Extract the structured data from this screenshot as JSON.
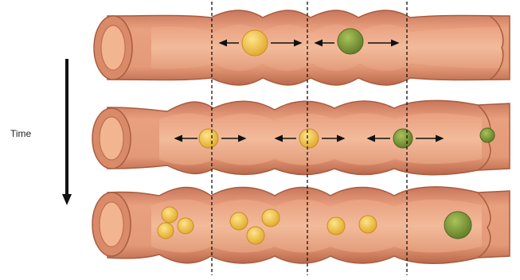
{
  "time_label": "Time",
  "colors": {
    "tube_outer": "#d98a68",
    "tube_inner": "#efb08e",
    "tube_shadow": "#b9684a",
    "bolus_yellow": "#f2c44a",
    "bolus_green": "#7a9a38",
    "arrow": "#111111",
    "guide_line": "#111111"
  },
  "rows": [
    {
      "boli": [
        {
          "color": "yellow",
          "count": 1
        },
        {
          "color": "green",
          "count": 1
        }
      ]
    },
    {
      "boli": [
        {
          "color": "yellow",
          "count": 1
        },
        {
          "color": "yellow",
          "count": 1
        },
        {
          "color": "green",
          "count": 1
        },
        {
          "color": "green",
          "count": 1
        }
      ]
    },
    {
      "boli": [
        {
          "color": "yellow",
          "count": 3
        },
        {
          "color": "yellow",
          "count": 3
        },
        {
          "color": "yellow",
          "count": 2
        },
        {
          "color": "green",
          "count": 1
        }
      ]
    }
  ]
}
